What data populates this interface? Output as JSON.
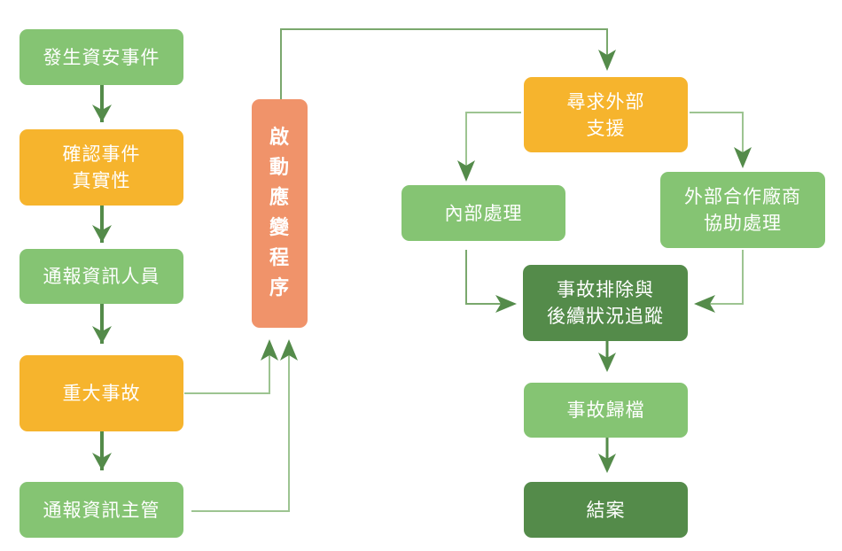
{
  "colors": {
    "light_green": "#85c473",
    "orange": "#f6b42d",
    "dark_green": "#548b4a",
    "salmon": "#f0936a",
    "connector_thin": "#9dc491",
    "connector_arrow": "#548b4a"
  },
  "left_column": [
    {
      "id": "occur",
      "lines": [
        "發生資安事件"
      ],
      "color": "light_green"
    },
    {
      "id": "confirm",
      "lines": [
        "確認事件",
        "真實性"
      ],
      "color": "orange"
    },
    {
      "id": "notify-staff",
      "lines": [
        "通報資訊人員"
      ],
      "color": "light_green"
    },
    {
      "id": "major",
      "lines": [
        "重大事故"
      ],
      "color": "orange"
    },
    {
      "id": "notify-manager",
      "lines": [
        "通報資訊主管"
      ],
      "color": "light_green"
    }
  ],
  "center": {
    "id": "activate",
    "chars": [
      "啟",
      "動",
      "應",
      "變",
      "程",
      "序"
    ],
    "color": "salmon"
  },
  "right_column": [
    {
      "id": "seek-external",
      "lines": [
        "尋求外部",
        "支援"
      ],
      "color": "orange"
    },
    {
      "id": "internal",
      "lines": [
        "內部處理"
      ],
      "color": "light_green"
    },
    {
      "id": "vendor",
      "lines": [
        "外部合作廠商",
        "協助處理"
      ],
      "color": "light_green"
    },
    {
      "id": "resolve",
      "lines": [
        "事故排除與",
        "後續狀況追蹤"
      ],
      "color": "dark_green"
    },
    {
      "id": "archive",
      "lines": [
        "事故歸檔"
      ],
      "color": "light_green"
    },
    {
      "id": "close",
      "lines": [
        "結案"
      ],
      "color": "dark_green"
    }
  ],
  "edges": [
    {
      "from": "occur",
      "to": "confirm"
    },
    {
      "from": "confirm",
      "to": "notify-staff"
    },
    {
      "from": "notify-staff",
      "to": "major"
    },
    {
      "from": "major",
      "to": "notify-manager"
    },
    {
      "from": "major",
      "to": "activate"
    },
    {
      "from": "notify-manager",
      "to": "activate"
    },
    {
      "from": "activate",
      "to": "seek-external"
    },
    {
      "from": "seek-external",
      "to": "internal"
    },
    {
      "from": "seek-external",
      "to": "vendor"
    },
    {
      "from": "internal",
      "to": "resolve"
    },
    {
      "from": "vendor",
      "to": "resolve"
    },
    {
      "from": "resolve",
      "to": "archive"
    },
    {
      "from": "archive",
      "to": "close"
    }
  ]
}
